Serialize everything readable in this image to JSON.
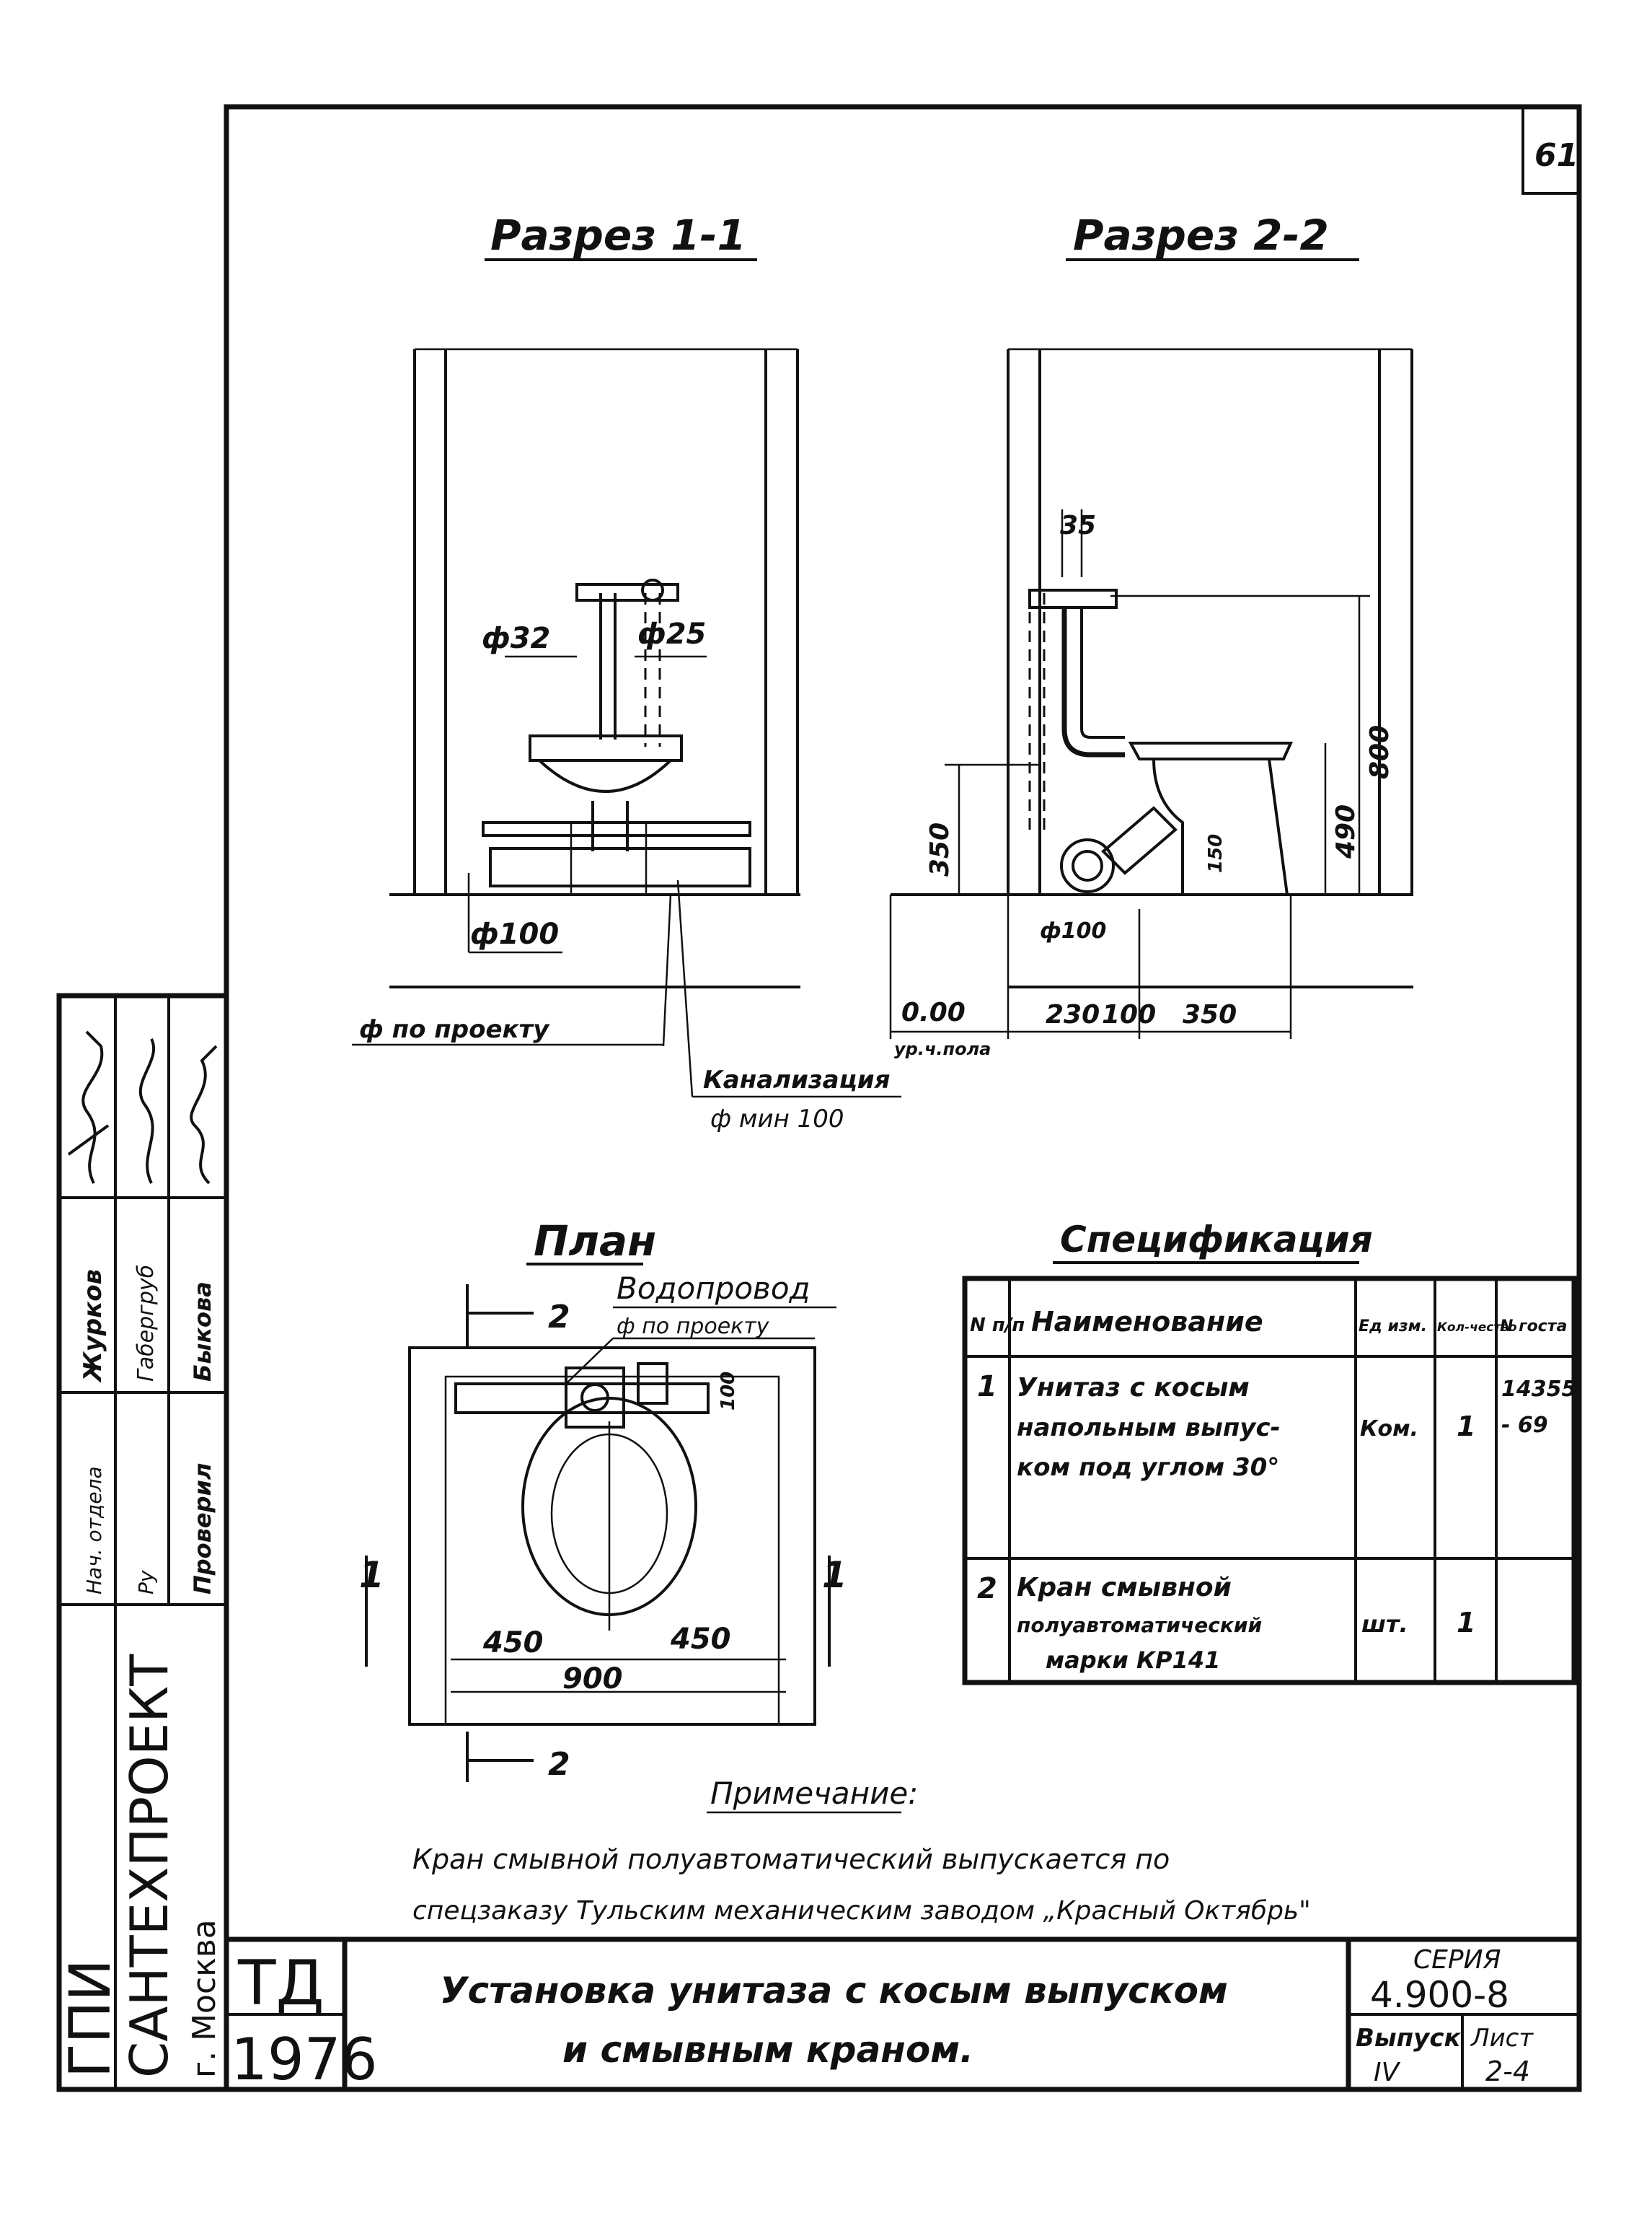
{
  "sheet": {
    "page_number": "61",
    "series_label": "СЕРИЯ",
    "series_value": "4.900-8",
    "issue_label": "Выпуск",
    "issue_value": "IV",
    "sheet_label": "Лист",
    "sheet_value": "2-4",
    "td_label": "ТД",
    "year": "1976",
    "title_line1": "Установка унитаза с косым выпуском",
    "title_line2": "и смывным краном."
  },
  "org": {
    "line1": "ГПИ",
    "line2": "САНТЕХПРОЕКТ",
    "line3": "г. Москва"
  },
  "stamp": {
    "rows": [
      {
        "role": "Нач. отдела",
        "name": "Журков"
      },
      {
        "role": "Ру",
        "name": "Габергруб"
      },
      {
        "role": "Проверил",
        "name": "Быкова"
      }
    ]
  },
  "section11": {
    "title": "Разрез 1-1",
    "d32": "ф32",
    "d25": "ф25",
    "d100": "ф100",
    "note_design": "ф по проекту",
    "sewer_label": "Канализация",
    "sewer_sub": "ф мин 100"
  },
  "section22": {
    "title": "Разрез 2-2",
    "dim35": "35",
    "dim350v": "350",
    "dim490": "490",
    "dim800": "800",
    "dim150": "150",
    "d100": "ф100",
    "level": "0.00",
    "level_sub": "ур.ч.пола",
    "dim230": "230",
    "dim100": "100",
    "dim350h": "350"
  },
  "plan": {
    "title": "План",
    "water_label": "Водопровод",
    "water_sub": "ф по проекту",
    "cut2": "2",
    "cut1": "1",
    "dim450a": "450",
    "dim450b": "450",
    "dim900": "900",
    "dim100": "100"
  },
  "spec": {
    "title": "Спецификация",
    "headers": [
      "N п/п",
      "Наименование",
      "Ед изм.",
      "Кол-чество",
      "N госта"
    ],
    "rows": [
      {
        "n": "1",
        "name": [
          "Унитаз с косым",
          "напольным выпус-",
          "ком под углом 30°"
        ],
        "unit": "Ком.",
        "qty": "1",
        "gost": [
          "14355",
          "- 69"
        ]
      },
      {
        "n": "2",
        "name": [
          "Кран смывной",
          "полуавтоматический",
          "марки КР141"
        ],
        "unit": "шт.",
        "qty": "1",
        "gost": [
          "",
          ""
        ]
      }
    ]
  },
  "note": {
    "title": "Примечание:",
    "line1": "Кран смывной полуавтоматический выпускается по",
    "line2": "спецзаказу Тульским механическим заводом „Красный Октябрь\""
  }
}
